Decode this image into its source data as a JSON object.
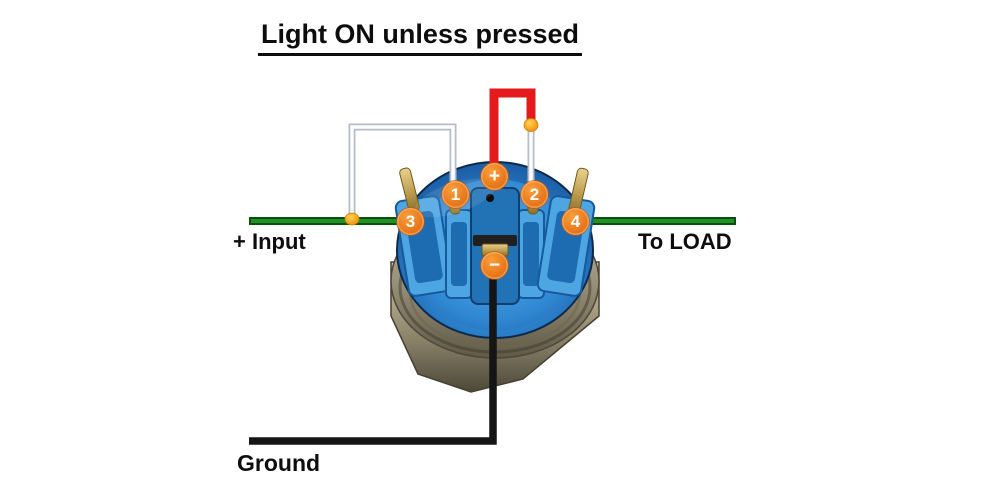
{
  "title": "Light ON unless pressed",
  "labels": {
    "input": "+ Input",
    "load": "To LOAD",
    "ground": "Ground"
  },
  "terminals": [
    {
      "name": "terminal-3",
      "label": "3"
    },
    {
      "name": "terminal-1",
      "label": "1"
    },
    {
      "name": "led-anode",
      "label": "+"
    },
    {
      "name": "terminal-2",
      "label": "2"
    },
    {
      "name": "terminal-4",
      "label": "4"
    },
    {
      "name": "led-cathode",
      "label": "−"
    }
  ],
  "colors": {
    "supply_wire_green": "#1f9122",
    "led_jumper_red": "#e51a1d",
    "link_jumper_white": "#ffffff",
    "ground_wire_black": "#151515",
    "terminal_marker_orange": "#ea7a1d",
    "junction_dot_orange": "#f5a41f",
    "button_body_blue": "#2e86d0"
  }
}
